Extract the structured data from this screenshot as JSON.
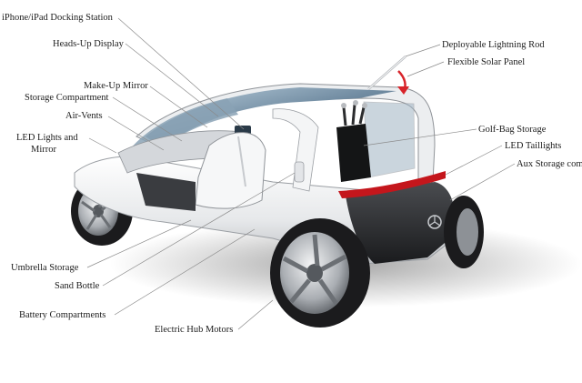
{
  "labels": {
    "iphone_dock": "iPhone/iPad Docking Station",
    "heads_up": "Heads-Up Display",
    "makeup_mirror": "Make-Up Mirror",
    "storage_compartment": "Storage Compartment",
    "air_vents": "Air-Vents",
    "led_lights_1": "LED Lights and",
    "led_lights_2": "Mirror",
    "umbrella": "Umbrella Storage",
    "sand_bottle": "Sand Bottle",
    "battery": "Battery Compartments",
    "hub_motors": "Electric Hub Motors",
    "lightning_rod": "Deployable Lightning Rod",
    "solar_panel": "Flexible Solar Panel",
    "golf_bag": "Golf-Bag Storage",
    "taillights": "LED Taillights",
    "aux_storage": "Aux Storage com"
  },
  "colors": {
    "body_white": "#f2f3f5",
    "glass": "#7f98ad",
    "tire": "#1b1b1d",
    "taillight": "#c4161c",
    "solar_arrow": "#d8242a",
    "leader": "#8a8a8a"
  }
}
